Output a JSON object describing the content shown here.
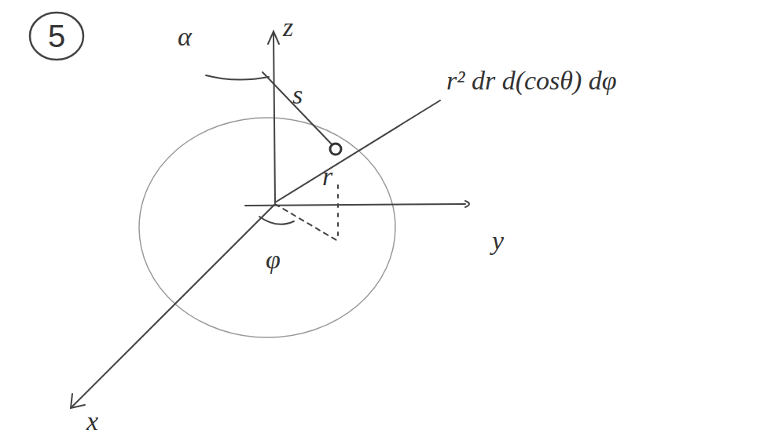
{
  "diagram": {
    "nodes": [
      {
        "text": [
          "5"
        ]
      }
    ],
    "labels": [
      "z",
      "α",
      "s",
      "r² dr d(cosθ) dφ",
      "r",
      "φ",
      "y",
      "x"
    ]
  }
}
